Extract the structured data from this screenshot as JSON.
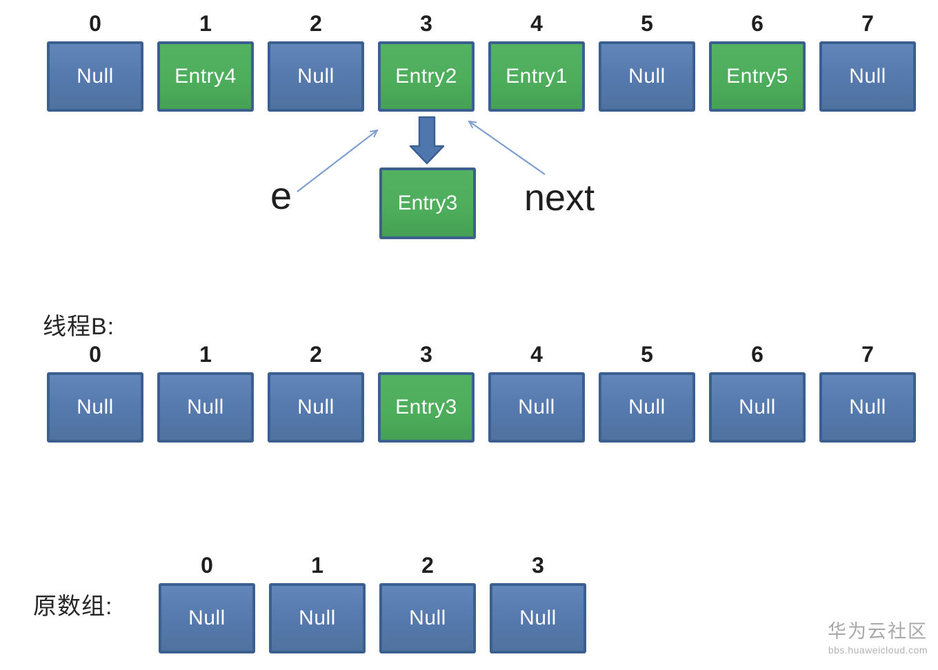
{
  "colors": {
    "cell_blue": "#5b7fb5",
    "cell_green": "#4cad5b",
    "cell_border": "#3b5f8f",
    "block_arrow_fill": "#4f77ae",
    "block_arrow_stroke": "#3a6093",
    "thin_arrow": "#7d9ecf",
    "label_text": "#1f1f1f",
    "cell_text": "#ffffff",
    "watermark_text": "#a8a8a8"
  },
  "top_array": {
    "cells": [
      {
        "index": "0",
        "value": "Null",
        "type": "null"
      },
      {
        "index": "1",
        "value": "Entry4",
        "type": "entry"
      },
      {
        "index": "2",
        "value": "Null",
        "type": "null"
      },
      {
        "index": "3",
        "value": "Entry2",
        "type": "entry"
      },
      {
        "index": "4",
        "value": "Entry1",
        "type": "entry"
      },
      {
        "index": "5",
        "value": "Null",
        "type": "null"
      },
      {
        "index": "6",
        "value": "Entry5",
        "type": "entry"
      },
      {
        "index": "7",
        "value": "Null",
        "type": "null"
      }
    ]
  },
  "pointers": {
    "e_label": "e",
    "next_label": "next",
    "detached_node": "Entry3"
  },
  "thread_b_array": {
    "title": "线程B:",
    "cells": [
      {
        "index": "0",
        "value": "Null",
        "type": "null"
      },
      {
        "index": "1",
        "value": "Null",
        "type": "null"
      },
      {
        "index": "2",
        "value": "Null",
        "type": "null"
      },
      {
        "index": "3",
        "value": "Entry3",
        "type": "entry"
      },
      {
        "index": "4",
        "value": "Null",
        "type": "null"
      },
      {
        "index": "5",
        "value": "Null",
        "type": "null"
      },
      {
        "index": "6",
        "value": "Null",
        "type": "null"
      },
      {
        "index": "7",
        "value": "Null",
        "type": "null"
      }
    ]
  },
  "original_array": {
    "title": "原数组:",
    "cells": [
      {
        "index": "0",
        "value": "Null",
        "type": "null"
      },
      {
        "index": "1",
        "value": "Null",
        "type": "null"
      },
      {
        "index": "2",
        "value": "Null",
        "type": "null"
      },
      {
        "index": "3",
        "value": "Null",
        "type": "null"
      }
    ]
  },
  "watermark": {
    "name": "华为云社区",
    "url": "bbs.huaweicloud.com"
  }
}
